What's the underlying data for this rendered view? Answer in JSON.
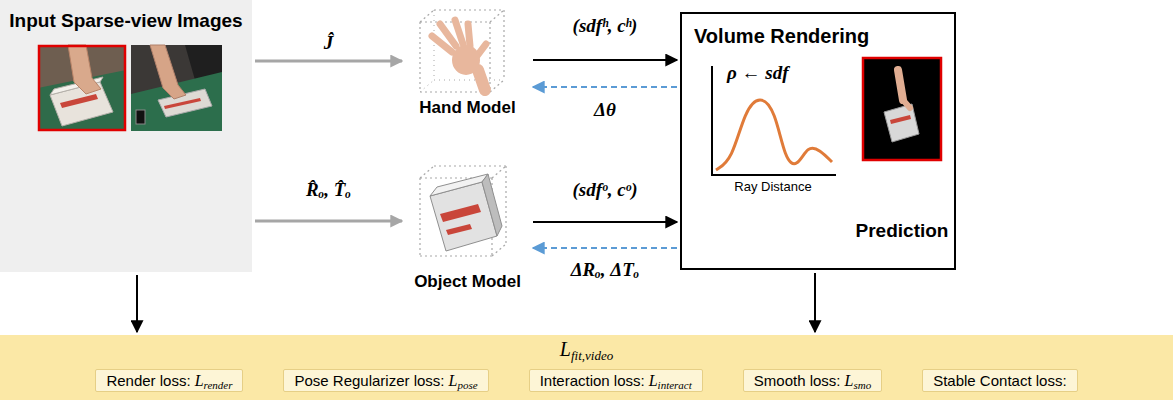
{
  "diagram": {
    "nodes": [
      {
        "text": [
          "Input Sparse-view Images"
        ]
      },
      {
        "text": [
          "Hand Model"
        ]
      },
      {
        "text": [
          "Object Model"
        ]
      },
      {
        "text": [
          "Volume Rendering",
          "Prediction"
        ]
      },
      {
        "text": [
          "L",
          "fit,video"
        ]
      },
      {
        "text": [
          "Render loss:",
          "L",
          "render"
        ],
        "in": 4
      },
      {
        "text": [
          "Pose Regularizer loss:",
          "L",
          "pose"
        ],
        "in": 4
      },
      {
        "text": [
          "Interaction loss:",
          "L",
          "interact"
        ],
        "in": 4
      },
      {
        "text": [
          "Smooth loss:",
          "L",
          "smo"
        ],
        "in": 4
      },
      {
        "text": [
          "Stable Contact loss:"
        ],
        "in": 4
      }
    ],
    "edges": [
      {
        "from": 0,
        "to": 1,
        "arrow": "to",
        "label": "Ĵ"
      },
      {
        "from": 0,
        "to": 2,
        "arrow": "to",
        "label": "R̂ₒ, T̂ₒ"
      },
      {
        "from": 1,
        "to": 3,
        "arrow": "to",
        "label": "(sdfʰ, cʰ)"
      },
      {
        "from": 3,
        "to": 1,
        "arrow": "to",
        "label": "Δθ"
      },
      {
        "from": 2,
        "to": 3,
        "arrow": "to",
        "label": "(sdfᵒ, cᵒ)"
      },
      {
        "from": 3,
        "to": 2,
        "arrow": "to",
        "label": "ΔRₒ, ΔTₒ"
      },
      {
        "from": 0,
        "to": 4,
        "arrow": "to"
      },
      {
        "from": 3,
        "to": 4,
        "arrow": "to"
      }
    ],
    "labels": [
      "ρ ← sdf",
      "Ray Distance"
    ]
  }
}
